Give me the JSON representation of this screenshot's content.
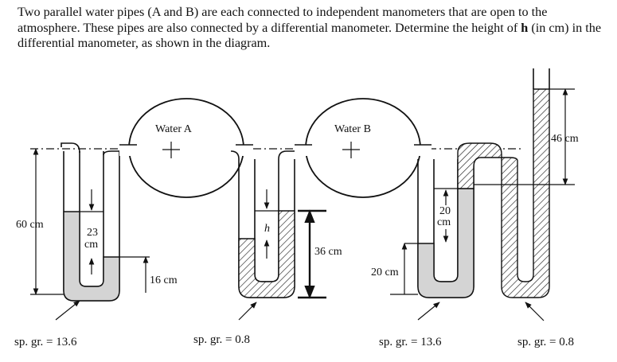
{
  "problem": {
    "part1": "Two parallel water pipes (A and B) are each connected to independent manometers that are open to the atmosphere.  These pipes are also connected by a differential manometer.  Determine the height of ",
    "bold_var": "h",
    "part2": " (in cm) in the differential manometer, as shown in the diagram."
  },
  "diagram": {
    "pipe_a_label": "Water A",
    "pipe_b_label": "Water B",
    "dim_60": "60 cm",
    "dim_23": [
      "23",
      "cm"
    ],
    "dim_16": "16 cm",
    "dim_h": "h",
    "dim_36": "36 cm",
    "dim_20_left": "20 cm",
    "dim_20_top": [
      "20",
      "cm"
    ],
    "dim_46": "46 cm",
    "sg_1": "sp. gr. = 13.6",
    "sg_2": "sp. gr. = 0.8",
    "sg_3": "sp. gr. = 13.6",
    "sg_4": "sp. gr. = 0.8"
  },
  "colors": {
    "mercury_fill": "#d4d4d4",
    "line": "#111111"
  }
}
